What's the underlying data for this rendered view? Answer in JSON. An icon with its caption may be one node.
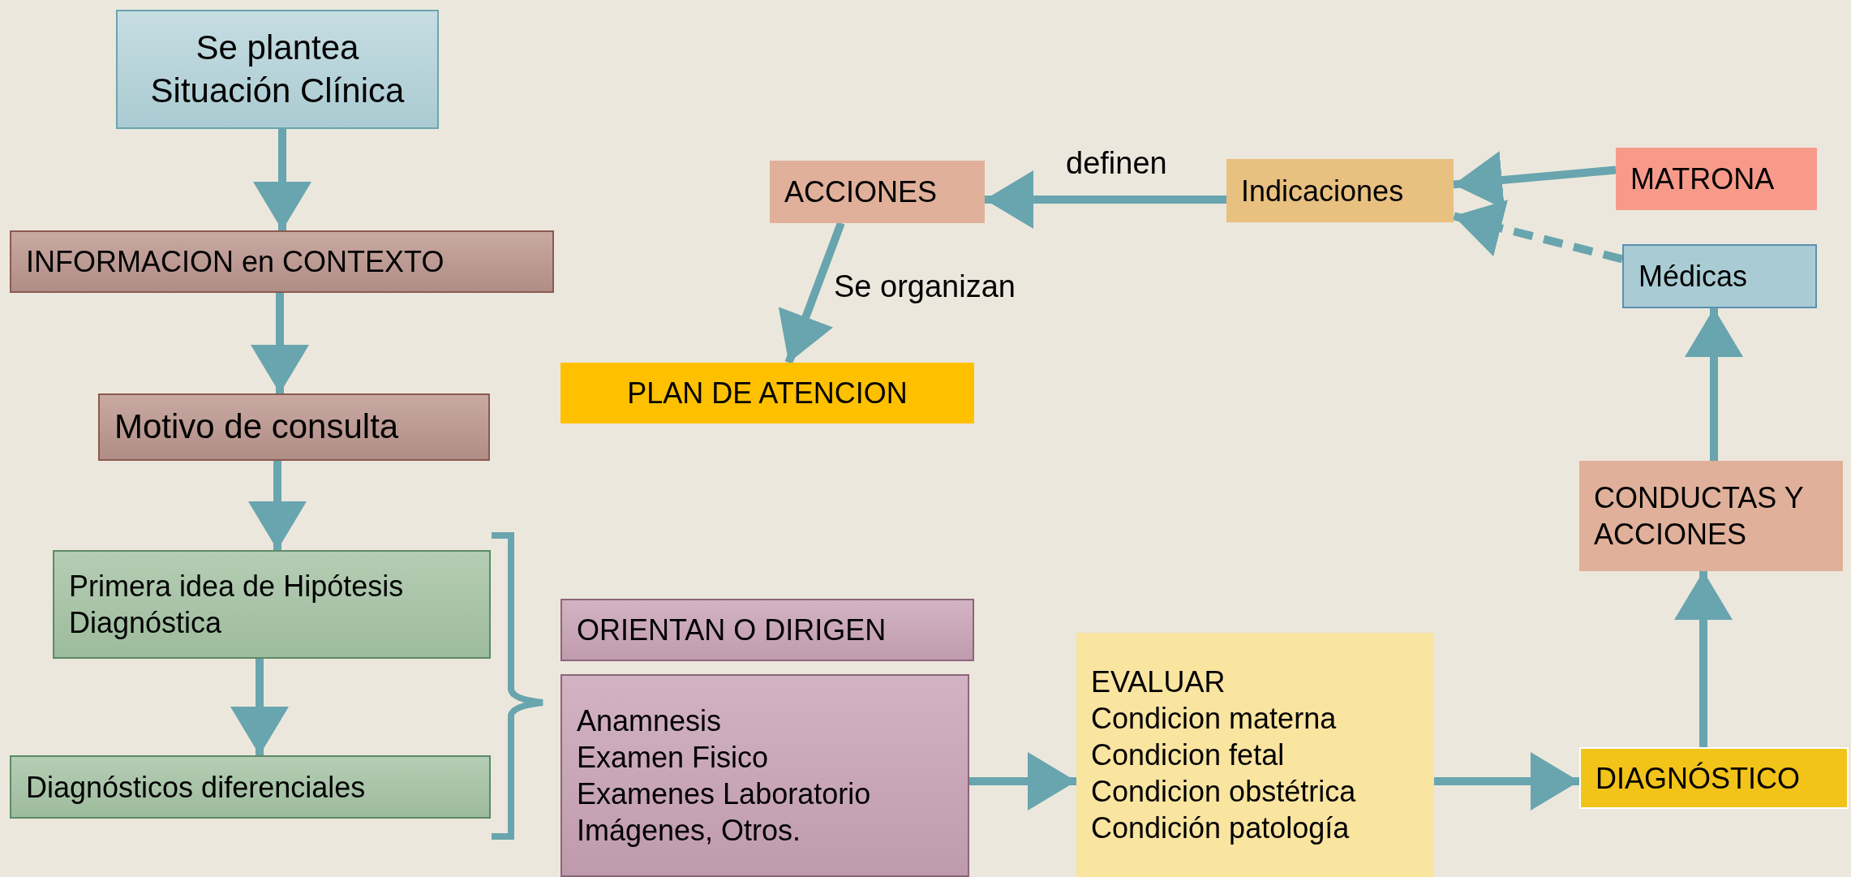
{
  "diagram": {
    "nodes": [
      {
        "text": [
          "Se plantea Situación Clínica"
        ]
      },
      {
        "text": [
          "INFORMACION en CONTEXTO"
        ]
      },
      {
        "text": [
          "Motivo de consulta"
        ]
      },
      {
        "text": [
          "Primera idea de Hipótesis Diagnóstica"
        ]
      },
      {
        "text": [
          "Diagnósticos diferenciales"
        ]
      },
      {
        "text": [
          "ORIENTAN O DIRIGEN"
        ]
      },
      {
        "text": [
          "Anamnesis",
          "Examen Fisico",
          "Examenes Laboratorio",
          "Imágenes, Otros."
        ]
      },
      {
        "text": [
          "EVALUAR",
          "Condicion materna",
          "Condicion fetal",
          "Condicion obstétrica",
          "Condición patología"
        ]
      },
      {
        "text": [
          "DIAGNÓSTICO"
        ]
      },
      {
        "text": [
          "CONDUCTAS Y ACCIONES"
        ]
      },
      {
        "text": [
          "Médicas"
        ]
      },
      {
        "text": [
          "MATRONA"
        ]
      },
      {
        "text": [
          "Indicaciones"
        ]
      },
      {
        "text": [
          "ACCIONES"
        ]
      },
      {
        "text": [
          "PLAN DE ATENCION"
        ]
      }
    ],
    "edges": [
      {
        "from": 0,
        "to": 1,
        "arrow": "to"
      },
      {
        "from": 1,
        "to": 2,
        "arrow": "to"
      },
      {
        "from": 2,
        "to": 3,
        "arrow": "to"
      },
      {
        "from": 3,
        "to": 4,
        "arrow": "to"
      },
      {
        "from": 6,
        "to": 7,
        "arrow": "to"
      },
      {
        "from": 7,
        "to": 8,
        "arrow": "to"
      },
      {
        "from": 8,
        "to": 9,
        "arrow": "to"
      },
      {
        "from": 9,
        "to": 10,
        "arrow": "to"
      },
      {
        "from": 11,
        "to": 12,
        "arrow": "to"
      },
      {
        "from": 10,
        "to": 12,
        "arrow": "to",
        "style": "dashed"
      },
      {
        "from": 12,
        "to": 13,
        "arrow": "to",
        "label": "definen"
      },
      {
        "from": 13,
        "to": 14,
        "arrow": "to",
        "label": "Se organizan"
      }
    ]
  }
}
